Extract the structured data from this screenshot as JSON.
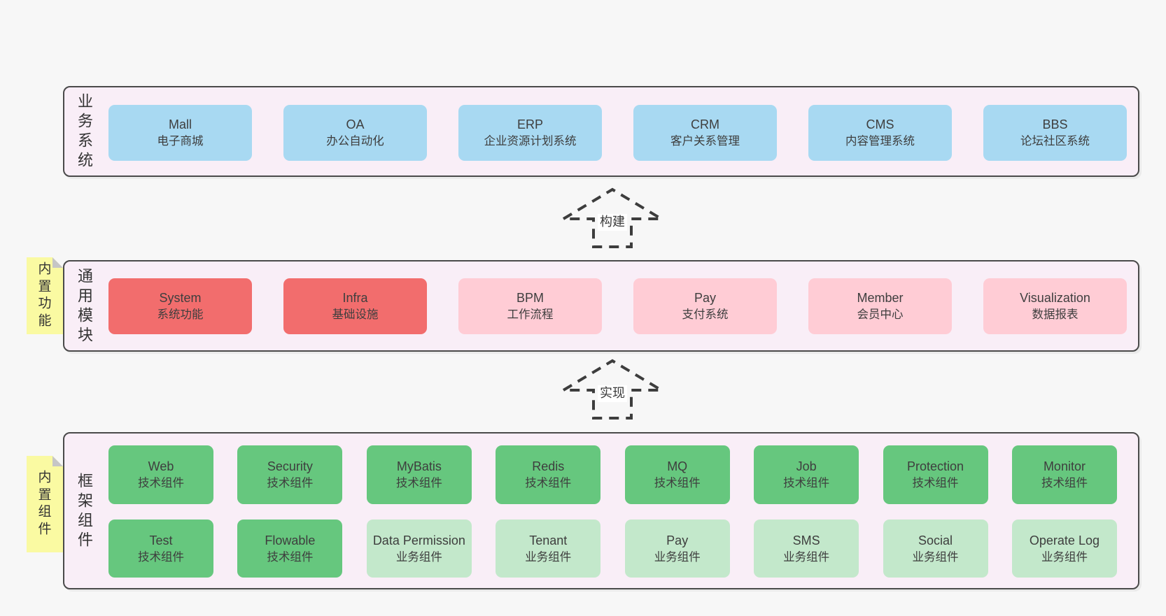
{
  "colors": {
    "page_bg": "#f7f7f7",
    "panel_bg": "#f9eef7",
    "panel_border": "#4a4a4a",
    "box_blue": "#a8d9f2",
    "box_red": "#f26d6d",
    "box_pink": "#ffccd5",
    "box_green": "#66c77e",
    "box_green_light": "#c3e8cb",
    "sticky_yellow": "#fafaa2",
    "sticky_fold": "#c6c6c6",
    "arrow_stroke": "#3d3d3d",
    "text": "#3e3e3e"
  },
  "arrows": [
    {
      "label": "构建"
    },
    {
      "label": "实现"
    }
  ],
  "sections": [
    {
      "label": "业务系统",
      "boxes": [
        {
          "title": "Mall",
          "subtitle": "电子商城",
          "variant": "blue"
        },
        {
          "title": "OA",
          "subtitle": "办公自动化",
          "variant": "blue"
        },
        {
          "title": "ERP",
          "subtitle": "企业资源计划系统",
          "variant": "blue"
        },
        {
          "title": "CRM",
          "subtitle": "客户关系管理",
          "variant": "blue"
        },
        {
          "title": "CMS",
          "subtitle": "内容管理系统",
          "variant": "blue"
        },
        {
          "title": "BBS",
          "subtitle": "论坛社区系统",
          "variant": "blue"
        }
      ]
    },
    {
      "label": "通用模块",
      "sticky": "内置功能",
      "boxes": [
        {
          "title": "System",
          "subtitle": "系统功能",
          "variant": "red"
        },
        {
          "title": "Infra",
          "subtitle": "基础设施",
          "variant": "red"
        },
        {
          "title": "BPM",
          "subtitle": "工作流程",
          "variant": "pink"
        },
        {
          "title": "Pay",
          "subtitle": "支付系统",
          "variant": "pink"
        },
        {
          "title": "Member",
          "subtitle": "会员中心",
          "variant": "pink"
        },
        {
          "title": "Visualization",
          "subtitle": "数据报表",
          "variant": "pink"
        }
      ]
    },
    {
      "label": "框架组件",
      "sticky": "内置组件",
      "rows": [
        [
          {
            "title": "Web",
            "subtitle": "技术组件",
            "variant": "green"
          },
          {
            "title": "Security",
            "subtitle": "技术组件",
            "variant": "green"
          },
          {
            "title": "MyBatis",
            "subtitle": "技术组件",
            "variant": "green"
          },
          {
            "title": "Redis",
            "subtitle": "技术组件",
            "variant": "green"
          },
          {
            "title": "MQ",
            "subtitle": "技术组件",
            "variant": "green"
          },
          {
            "title": "Job",
            "subtitle": "技术组件",
            "variant": "green"
          },
          {
            "title": "Protection",
            "subtitle": "技术组件",
            "variant": "green"
          },
          {
            "title": "Monitor",
            "subtitle": "技术组件",
            "variant": "green"
          }
        ],
        [
          {
            "title": "Test",
            "subtitle": "技术组件",
            "variant": "green"
          },
          {
            "title": "Flowable",
            "subtitle": "技术组件",
            "variant": "green"
          },
          {
            "title": "Data Permission",
            "subtitle": "业务组件",
            "variant": "green-light"
          },
          {
            "title": "Tenant",
            "subtitle": "业务组件",
            "variant": "green-light"
          },
          {
            "title": "Pay",
            "subtitle": "业务组件",
            "variant": "green-light"
          },
          {
            "title": "SMS",
            "subtitle": "业务组件",
            "variant": "green-light"
          },
          {
            "title": "Social",
            "subtitle": "业务组件",
            "variant": "green-light"
          },
          {
            "title": "Operate Log",
            "subtitle": "业务组件",
            "variant": "green-light"
          }
        ]
      ]
    }
  ]
}
